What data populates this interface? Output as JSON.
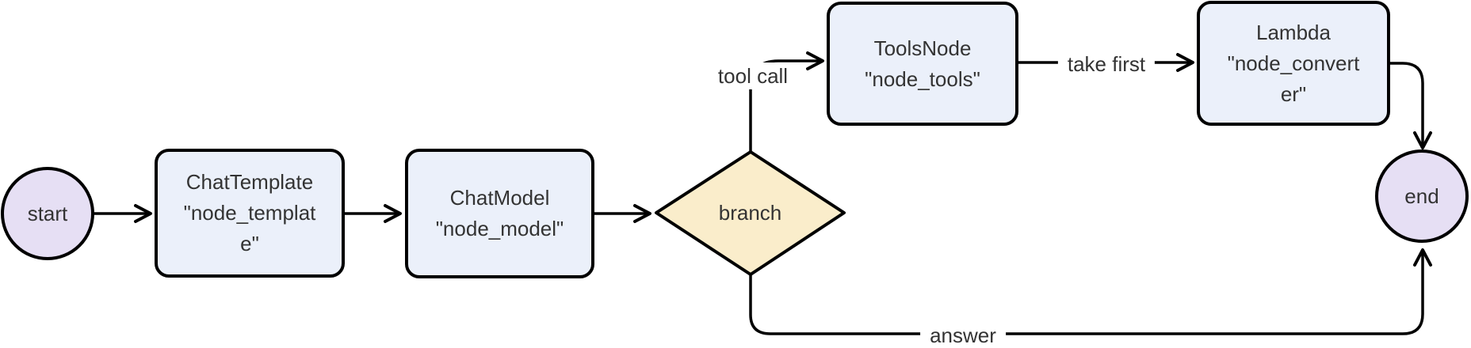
{
  "diagram": {
    "type": "flowchart-left-to-right",
    "style": {
      "background": "#ffffff",
      "edge_color": "#000000",
      "node_border_color": "#000000",
      "text_color": "#333333",
      "terminal_fill": "#e6dff4",
      "process_fill": "#ebf0fa",
      "decision_fill": "#faedcb",
      "edge_label_background": "#ffffff"
    },
    "nodes": {
      "start": {
        "shape": "circle",
        "label": "start"
      },
      "chat_template": {
        "shape": "rounded-rect",
        "label": "ChatTemplate\n\"node_templat\ne\""
      },
      "chat_model": {
        "shape": "rounded-rect",
        "label": "ChatModel\n\"node_model\""
      },
      "branch": {
        "shape": "diamond",
        "label": "branch"
      },
      "tools_node": {
        "shape": "rounded-rect",
        "label": "ToolsNode\n\"node_tools\""
      },
      "lambda": {
        "shape": "rounded-rect",
        "label": "Lambda\n\"node_convert\ner\""
      },
      "end": {
        "shape": "circle",
        "label": "end"
      }
    },
    "edge_labels": {
      "branch_to_tools": "tool call",
      "tools_to_lambda": "take first",
      "branch_to_end": "answer"
    }
  }
}
